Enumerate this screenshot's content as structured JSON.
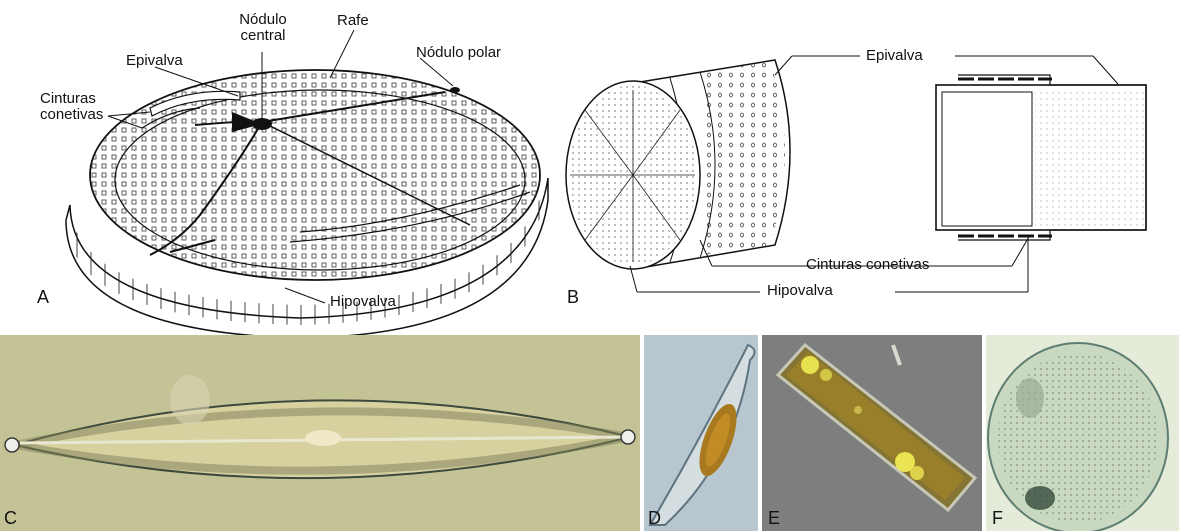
{
  "panelA": {
    "letter": "A",
    "labels": {
      "nodulo_central_line1": "Nódulo",
      "nodulo_central_line2": "central",
      "rafe": "Rafe",
      "nodulo_polar": "Nódulo polar",
      "epivalva": "Epivalva",
      "cinturas_line1": "Cinturas",
      "cinturas_line2": "conetivas",
      "hipovalva": "Hipovalva"
    }
  },
  "panelB": {
    "letter": "B",
    "labels": {
      "epivalva": "Epivalva",
      "cinturas_conetivas": "Cinturas conetivas",
      "hipovalva": "Hipovalva"
    }
  },
  "photos": {
    "C": "C",
    "D": "D",
    "E": "E",
    "F": "F"
  },
  "colors": {
    "line": "#111111",
    "photoC_bg": "#c9c79a",
    "photoD_bg": "#b7c6cf",
    "photoE_bg": "#7d7f7f",
    "photoF_bg": "#e4ebd8"
  }
}
